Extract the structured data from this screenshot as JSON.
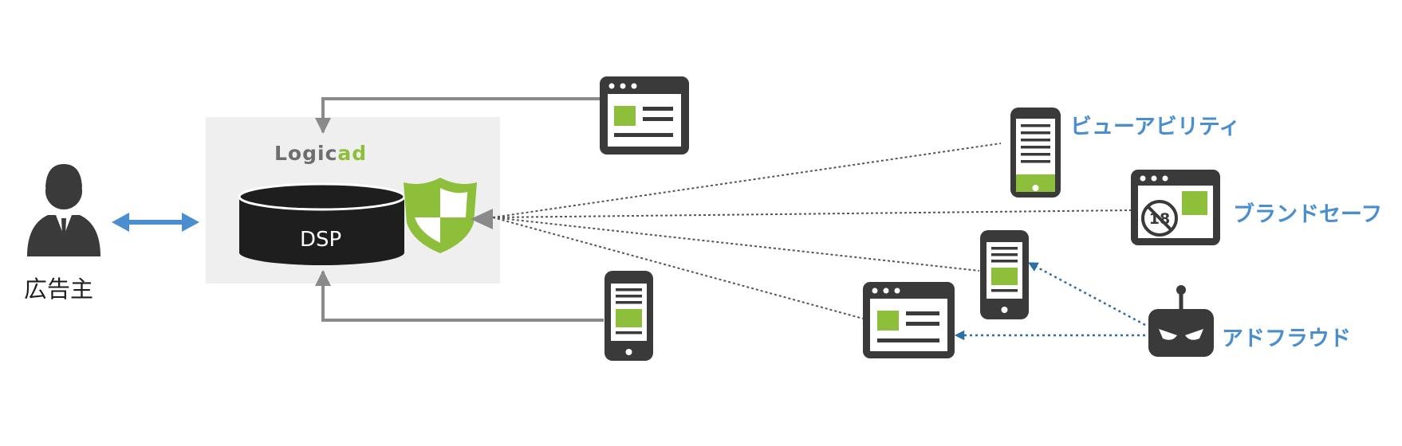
{
  "advertiser": {
    "label": "広告主",
    "icon": "businessman-avatar-icon"
  },
  "platform": {
    "logo_main": "Logic",
    "logo_accent": "ad",
    "dsp_label": "DSP",
    "database_icon": "database-cylinder-icon",
    "shield_icon": "security-shield-icon"
  },
  "threats": [
    {
      "label": "ビューアビリティ",
      "icon": "smartphone-viewability-icon"
    },
    {
      "label": "ブランドセーフ",
      "icon": "browser-adult-content-icon"
    },
    {
      "label": "アドフラウド",
      "icon": "bot-icon"
    }
  ],
  "colors": {
    "accent_blue": "#4a8ed0",
    "fraud_blue": "#2e6ea8",
    "shield_green": "#8dbf3a",
    "device_dark": "#3a3a3a",
    "box_bg": "#efefef",
    "arrow_gray": "#8a8a8a"
  }
}
